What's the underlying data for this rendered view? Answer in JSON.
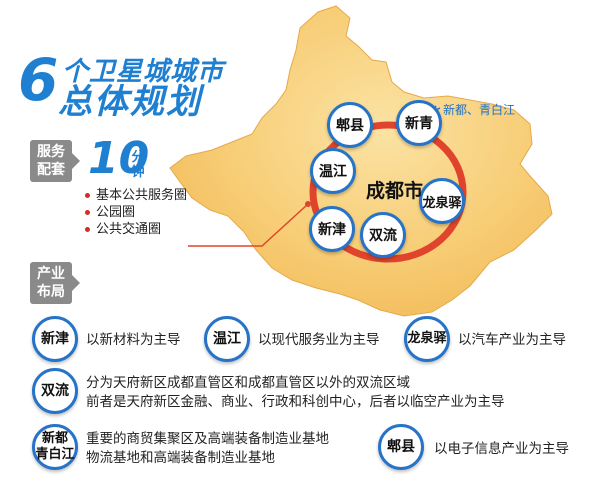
{
  "title": {
    "number": "6",
    "line1": "个卫星城城市",
    "line2": "总体规划"
  },
  "service": {
    "tag": [
      "服务",
      "配套"
    ],
    "minutes": "10",
    "minutes_unit": "分钟",
    "items": [
      "基本公共服务圈",
      "公园圈",
      "公共交通圈"
    ]
  },
  "industry": {
    "tag": [
      "产业",
      "布局"
    ]
  },
  "map": {
    "center_city": "成都市",
    "cities": [
      "郫县",
      "新青",
      "温江",
      "龙泉驿",
      "新津",
      "双流"
    ],
    "annotation": "新都、青白江"
  },
  "legend": [
    {
      "city": "新津",
      "text": [
        "以新材料为主导"
      ]
    },
    {
      "city": "温江",
      "text": [
        "以现代服务业为主导"
      ]
    },
    {
      "city": "龙泉驿",
      "text": [
        "以汽车产业为主导"
      ]
    },
    {
      "city": "双流",
      "text": [
        "分为天府新区成都直管区和成都直管区以外的双流区域",
        "前者是天府新区金融、商业、行政和科创中心，后者以临空产业为主导"
      ]
    },
    {
      "city_lines": [
        "新都",
        "青白江"
      ],
      "text": [
        "重要的商贸集聚区及高端装备制造业基地",
        "物流基地和高端装备制造业基地"
      ]
    },
    {
      "city": "郫县",
      "text": [
        "以电子信息产业为主导"
      ]
    }
  ],
  "colors": {
    "map_fill": "#f6c66a",
    "accent_blue": "#1f7fd0",
    "ring_red": "#e0442c",
    "tag_grey": "#8a8a8a"
  }
}
